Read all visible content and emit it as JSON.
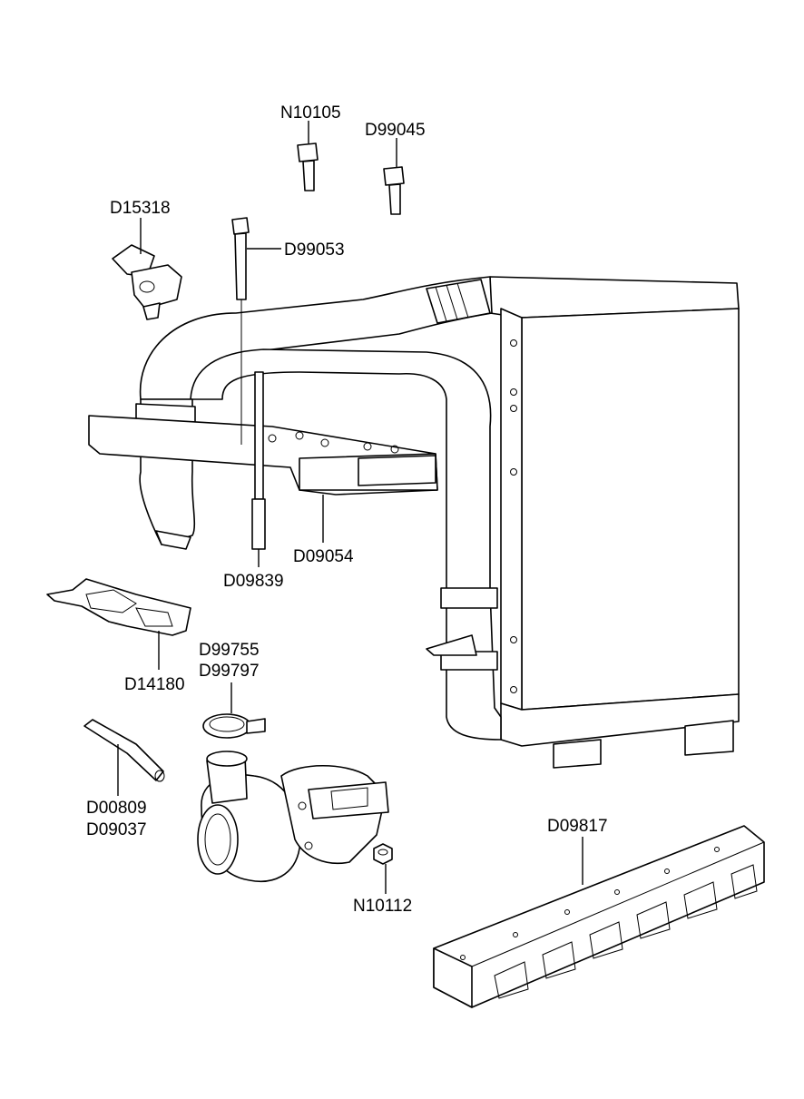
{
  "labels": {
    "n10105": "N10105",
    "d99045": "D99045",
    "d15318": "D15318",
    "d99053": "D99053",
    "d09054": "D09054",
    "d09839": "D09839",
    "d14180": "D14180",
    "d99755": "D99755",
    "d99797": "D99797",
    "d00809": "D00809",
    "d09037": "D09037",
    "n10112": "N10112",
    "d09817": "D09817"
  }
}
